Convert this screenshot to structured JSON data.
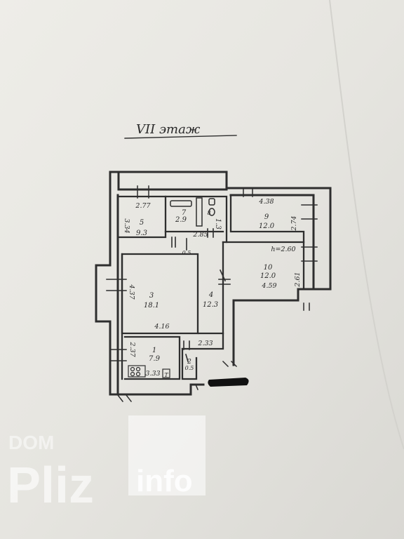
{
  "floor_title": "VII этаж",
  "rooms": [
    {
      "id": "r5",
      "number": "5",
      "area": "9.3"
    },
    {
      "id": "r7",
      "number": "7",
      "area": "2.9"
    },
    {
      "id": "r8",
      "number": "8",
      "area": "1.3"
    },
    {
      "id": "r9",
      "number": "9",
      "area": "12.0"
    },
    {
      "id": "r10",
      "number": "10",
      "area": "12.0"
    },
    {
      "id": "r3",
      "number": "3",
      "area": "18.1"
    },
    {
      "id": "r4",
      "number": "4",
      "area": "12.3"
    },
    {
      "id": "r1",
      "number": "1",
      "area": "7.9"
    },
    {
      "id": "r2",
      "number": "2",
      "area": "0.5"
    }
  ],
  "dimensions": {
    "d277": "2.77",
    "d334": "3.34",
    "d285": "2.85",
    "d438": "4.38",
    "d274": "2.74",
    "dh260": "h=2.60",
    "d261": "2.61",
    "d459": "4.59",
    "d437": "4.37",
    "d416": "4.16",
    "d05": "0.5",
    "d233": "2.33",
    "d237": "2.37",
    "d333": "3.33",
    "dT": "T"
  },
  "watermark": {
    "prefix": "DOM",
    "brand_main": "Pliz",
    "brand_box": "info"
  },
  "colors": {
    "paper": "#e7e6e1",
    "ink": "#2a2a2a",
    "redaction": "#111111",
    "watermark": "#ffffff"
  }
}
